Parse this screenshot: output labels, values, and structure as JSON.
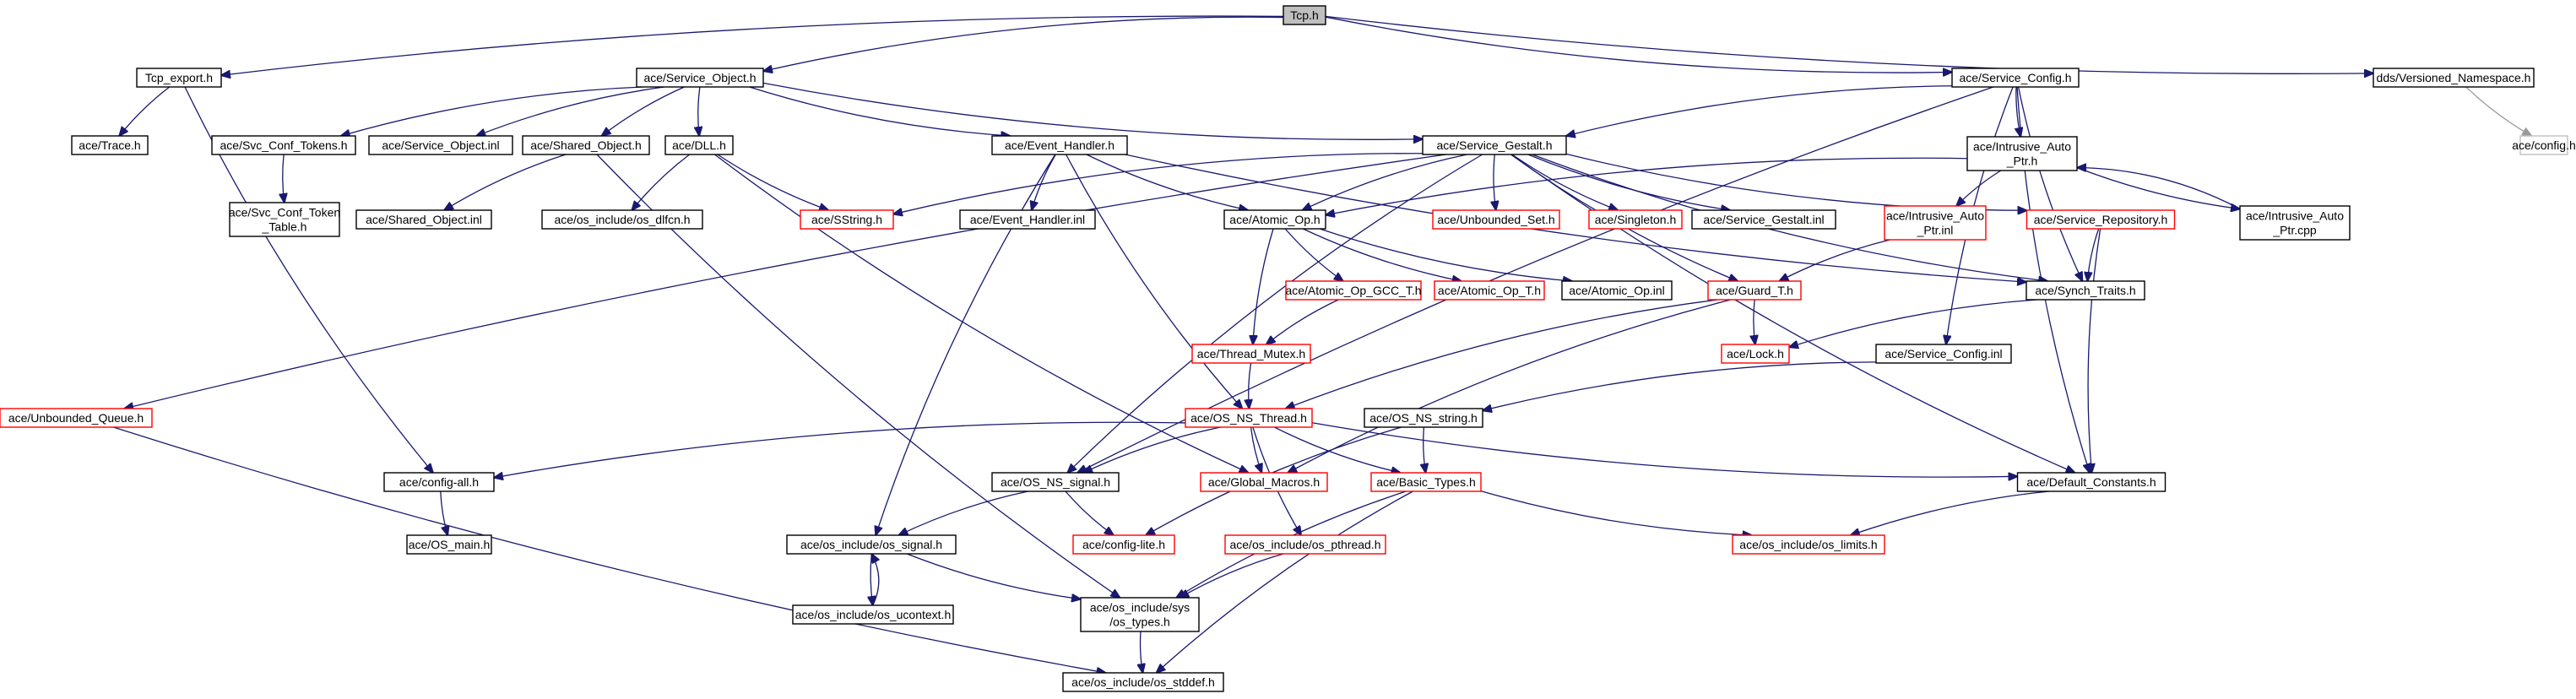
{
  "diagram": {
    "type": "include-dependency-graph",
    "colors": {
      "root_fill": "#bfbfbf",
      "node_border": "#000000",
      "node_fill": "#ffffff",
      "external_border": "#ff0000",
      "missing_border": "#bfbfbf",
      "edge": "#191970",
      "missing_edge": "#9a9a9a"
    },
    "nodes": [
      {
        "id": "tcp_h",
        "lines": [
          "Tcp.h"
        ],
        "style": "root"
      },
      {
        "id": "tcp_export_h",
        "lines": [
          "Tcp_export.h"
        ],
        "style": "normal"
      },
      {
        "id": "service_object_h",
        "lines": [
          "ace/Service_Object.h"
        ],
        "style": "normal"
      },
      {
        "id": "service_config_h",
        "lines": [
          "ace/Service_Config.h"
        ],
        "style": "normal"
      },
      {
        "id": "versioned_namespace_h",
        "lines": [
          "dds/Versioned_Namespace.h"
        ],
        "style": "normal"
      },
      {
        "id": "trace_h",
        "lines": [
          "ace/Trace.h"
        ],
        "style": "normal"
      },
      {
        "id": "svc_conf_tokens_h",
        "lines": [
          "ace/Svc_Conf_Tokens.h"
        ],
        "style": "normal"
      },
      {
        "id": "service_object_inl",
        "lines": [
          "ace/Service_Object.inl"
        ],
        "style": "normal"
      },
      {
        "id": "shared_object_h",
        "lines": [
          "ace/Shared_Object.h"
        ],
        "style": "normal"
      },
      {
        "id": "dll_h",
        "lines": [
          "ace/DLL.h"
        ],
        "style": "normal"
      },
      {
        "id": "event_handler_h",
        "lines": [
          "ace/Event_Handler.h"
        ],
        "style": "normal"
      },
      {
        "id": "service_gestalt_h",
        "lines": [
          "ace/Service_Gestalt.h"
        ],
        "style": "normal"
      },
      {
        "id": "intrusive_auto_ptr_h",
        "lines": [
          "ace/Intrusive_Auto",
          "_Ptr.h"
        ],
        "style": "normal"
      },
      {
        "id": "config_h",
        "lines": [
          "ace/config.h"
        ],
        "style": "missing"
      },
      {
        "id": "svc_conf_token_table_h",
        "lines": [
          "ace/Svc_Conf_Token",
          "_Table.h"
        ],
        "style": "normal"
      },
      {
        "id": "shared_object_inl",
        "lines": [
          "ace/Shared_Object.inl"
        ],
        "style": "normal"
      },
      {
        "id": "os_dlfcn_h",
        "lines": [
          "ace/os_include/os_dlfcn.h"
        ],
        "style": "normal"
      },
      {
        "id": "sstring_h",
        "lines": [
          "ace/SString.h"
        ],
        "style": "external"
      },
      {
        "id": "event_handler_inl",
        "lines": [
          "ace/Event_Handler.inl"
        ],
        "style": "normal"
      },
      {
        "id": "atomic_op_h",
        "lines": [
          "ace/Atomic_Op.h"
        ],
        "style": "normal"
      },
      {
        "id": "unbounded_set_h",
        "lines": [
          "ace/Unbounded_Set.h"
        ],
        "style": "external"
      },
      {
        "id": "singleton_h",
        "lines": [
          "ace/Singleton.h"
        ],
        "style": "external"
      },
      {
        "id": "service_gestalt_inl",
        "lines": [
          "ace/Service_Gestalt.inl"
        ],
        "style": "normal"
      },
      {
        "id": "intrusive_auto_ptr_inl",
        "lines": [
          "ace/Intrusive_Auto",
          "_Ptr.inl"
        ],
        "style": "external"
      },
      {
        "id": "service_repository_h",
        "lines": [
          "ace/Service_Repository.h"
        ],
        "style": "external"
      },
      {
        "id": "intrusive_auto_ptr_cpp",
        "lines": [
          "ace/Intrusive_Auto",
          "_Ptr.cpp"
        ],
        "style": "normal"
      },
      {
        "id": "atomic_op_gcc_t_h",
        "lines": [
          "ace/Atomic_Op_GCC_T.h"
        ],
        "style": "external"
      },
      {
        "id": "atomic_op_t_h",
        "lines": [
          "ace/Atomic_Op_T.h"
        ],
        "style": "external"
      },
      {
        "id": "atomic_op_inl",
        "lines": [
          "ace/Atomic_Op.inl"
        ],
        "style": "normal"
      },
      {
        "id": "guard_t_h",
        "lines": [
          "ace/Guard_T.h"
        ],
        "style": "external"
      },
      {
        "id": "synch_traits_h",
        "lines": [
          "ace/Synch_Traits.h"
        ],
        "style": "normal"
      },
      {
        "id": "thread_mutex_h",
        "lines": [
          "ace/Thread_Mutex.h"
        ],
        "style": "external"
      },
      {
        "id": "lock_h",
        "lines": [
          "ace/Lock.h"
        ],
        "style": "external"
      },
      {
        "id": "service_config_inl",
        "lines": [
          "ace/Service_Config.inl"
        ],
        "style": "normal"
      },
      {
        "id": "unbounded_queue_h",
        "lines": [
          "ace/Unbounded_Queue.h"
        ],
        "style": "external"
      },
      {
        "id": "os_ns_thread_h",
        "lines": [
          "ace/OS_NS_Thread.h"
        ],
        "style": "external"
      },
      {
        "id": "os_ns_string_h",
        "lines": [
          "ace/OS_NS_string.h"
        ],
        "style": "normal"
      },
      {
        "id": "config_all_h",
        "lines": [
          "ace/config-all.h"
        ],
        "style": "normal"
      },
      {
        "id": "os_ns_signal_h",
        "lines": [
          "ace/OS_NS_signal.h"
        ],
        "style": "normal"
      },
      {
        "id": "global_macros_h",
        "lines": [
          "ace/Global_Macros.h"
        ],
        "style": "external"
      },
      {
        "id": "basic_types_h",
        "lines": [
          "ace/Basic_Types.h"
        ],
        "style": "external"
      },
      {
        "id": "default_constants_h",
        "lines": [
          "ace/Default_Constants.h"
        ],
        "style": "normal"
      },
      {
        "id": "os_main_h",
        "lines": [
          "ace/OS_main.h"
        ],
        "style": "normal"
      },
      {
        "id": "os_signal_h",
        "lines": [
          "ace/os_include/os_signal.h"
        ],
        "style": "normal"
      },
      {
        "id": "config_lite_h",
        "lines": [
          "ace/config-lite.h"
        ],
        "style": "external"
      },
      {
        "id": "os_pthread_h",
        "lines": [
          "ace/os_include/os_pthread.h"
        ],
        "style": "external"
      },
      {
        "id": "os_limits_h",
        "lines": [
          "ace/os_include/os_limits.h"
        ],
        "style": "external"
      },
      {
        "id": "os_ucontext_h",
        "lines": [
          "ace/os_include/os_ucontext.h"
        ],
        "style": "normal"
      },
      {
        "id": "os_types_h",
        "lines": [
          "ace/os_include/sys",
          "/os_types.h"
        ],
        "style": "normal"
      },
      {
        "id": "os_stddef_h",
        "lines": [
          "ace/os_include/os_stddef.h"
        ],
        "style": "normal"
      }
    ],
    "edges": [
      {
        "from": "tcp_h",
        "to": "tcp_export_h"
      },
      {
        "from": "tcp_h",
        "to": "service_object_h"
      },
      {
        "from": "tcp_h",
        "to": "service_config_h"
      },
      {
        "from": "tcp_h",
        "to": "versioned_namespace_h"
      },
      {
        "from": "tcp_export_h",
        "to": "trace_h"
      },
      {
        "from": "tcp_export_h",
        "to": "config_all_h"
      },
      {
        "from": "versioned_namespace_h",
        "to": "config_h",
        "style": "missing"
      },
      {
        "from": "service_object_h",
        "to": "svc_conf_tokens_h"
      },
      {
        "from": "service_object_h",
        "to": "service_object_inl"
      },
      {
        "from": "service_object_h",
        "to": "shared_object_h"
      },
      {
        "from": "service_object_h",
        "to": "dll_h"
      },
      {
        "from": "service_object_h",
        "to": "event_handler_h"
      },
      {
        "from": "service_object_h",
        "to": "service_gestalt_h"
      },
      {
        "from": "service_config_h",
        "to": "service_gestalt_h"
      },
      {
        "from": "service_config_h",
        "to": "intrusive_auto_ptr_h"
      },
      {
        "from": "service_config_h",
        "to": "os_ns_signal_h"
      },
      {
        "from": "service_config_h",
        "to": "synch_traits_h"
      },
      {
        "from": "service_config_h",
        "to": "default_constants_h"
      },
      {
        "from": "service_config_h",
        "to": "service_config_inl"
      },
      {
        "from": "svc_conf_tokens_h",
        "to": "svc_conf_token_table_h"
      },
      {
        "from": "shared_object_h",
        "to": "shared_object_inl"
      },
      {
        "from": "shared_object_h",
        "to": "os_types_h"
      },
      {
        "from": "dll_h",
        "to": "os_dlfcn_h"
      },
      {
        "from": "dll_h",
        "to": "sstring_h"
      },
      {
        "from": "dll_h",
        "to": "global_macros_h"
      },
      {
        "from": "event_handler_h",
        "to": "event_handler_inl"
      },
      {
        "from": "event_handler_h",
        "to": "atomic_op_h"
      },
      {
        "from": "event_handler_h",
        "to": "os_ns_thread_h"
      },
      {
        "from": "event_handler_h",
        "to": "os_signal_h"
      },
      {
        "from": "event_handler_h",
        "to": "synch_traits_h"
      },
      {
        "from": "service_gestalt_h",
        "to": "sstring_h"
      },
      {
        "from": "service_gestalt_h",
        "to": "atomic_op_h"
      },
      {
        "from": "service_gestalt_h",
        "to": "unbounded_set_h"
      },
      {
        "from": "service_gestalt_h",
        "to": "singleton_h"
      },
      {
        "from": "service_gestalt_h",
        "to": "service_gestalt_inl"
      },
      {
        "from": "service_gestalt_h",
        "to": "service_repository_h"
      },
      {
        "from": "service_gestalt_h",
        "to": "unbounded_queue_h"
      },
      {
        "from": "service_gestalt_h",
        "to": "os_ns_signal_h"
      },
      {
        "from": "service_gestalt_h",
        "to": "guard_t_h"
      },
      {
        "from": "service_gestalt_h",
        "to": "synch_traits_h"
      },
      {
        "from": "service_gestalt_h",
        "to": "default_constants_h"
      },
      {
        "from": "intrusive_auto_ptr_h",
        "to": "atomic_op_h"
      },
      {
        "from": "intrusive_auto_ptr_h",
        "to": "intrusive_auto_ptr_inl"
      },
      {
        "from": "intrusive_auto_ptr_h",
        "to": "intrusive_auto_ptr_cpp"
      },
      {
        "from": "intrusive_auto_ptr_cpp",
        "to": "intrusive_auto_ptr_h"
      },
      {
        "from": "intrusive_auto_ptr_inl",
        "to": "guard_t_h"
      },
      {
        "from": "service_repository_h",
        "to": "synch_traits_h"
      },
      {
        "from": "service_repository_h",
        "to": "default_constants_h"
      },
      {
        "from": "atomic_op_h",
        "to": "atomic_op_gcc_t_h"
      },
      {
        "from": "atomic_op_h",
        "to": "atomic_op_t_h"
      },
      {
        "from": "atomic_op_h",
        "to": "atomic_op_inl"
      },
      {
        "from": "atomic_op_h",
        "to": "thread_mutex_h"
      },
      {
        "from": "atomic_op_gcc_t_h",
        "to": "thread_mutex_h"
      },
      {
        "from": "thread_mutex_h",
        "to": "os_ns_thread_h"
      },
      {
        "from": "guard_t_h",
        "to": "lock_h"
      },
      {
        "from": "guard_t_h",
        "to": "os_ns_thread_h"
      },
      {
        "from": "guard_t_h",
        "to": "global_macros_h"
      },
      {
        "from": "synch_traits_h",
        "to": "lock_h"
      },
      {
        "from": "service_config_inl",
        "to": "os_ns_string_h"
      },
      {
        "from": "unbounded_queue_h",
        "to": "os_stddef_h"
      },
      {
        "from": "os_ns_thread_h",
        "to": "config_all_h"
      },
      {
        "from": "os_ns_thread_h",
        "to": "os_ns_signal_h"
      },
      {
        "from": "os_ns_thread_h",
        "to": "global_macros_h"
      },
      {
        "from": "os_ns_thread_h",
        "to": "basic_types_h"
      },
      {
        "from": "os_ns_thread_h",
        "to": "default_constants_h"
      },
      {
        "from": "os_ns_thread_h",
        "to": "os_pthread_h"
      },
      {
        "from": "os_ns_string_h",
        "to": "basic_types_h"
      },
      {
        "from": "os_ns_string_h",
        "to": "config_lite_h"
      },
      {
        "from": "config_all_h",
        "to": "os_main_h"
      },
      {
        "from": "os_ns_signal_h",
        "to": "os_signal_h"
      },
      {
        "from": "os_ns_signal_h",
        "to": "config_lite_h"
      },
      {
        "from": "basic_types_h",
        "to": "os_limits_h"
      },
      {
        "from": "basic_types_h",
        "to": "os_types_h"
      },
      {
        "from": "basic_types_h",
        "to": "os_stddef_h"
      },
      {
        "from": "default_constants_h",
        "to": "os_limits_h"
      },
      {
        "from": "os_signal_h",
        "to": "os_ucontext_h"
      },
      {
        "from": "os_signal_h",
        "to": "os_types_h"
      },
      {
        "from": "os_ucontext_h",
        "to": "os_signal_h"
      },
      {
        "from": "os_pthread_h",
        "to": "os_types_h"
      },
      {
        "from": "os_types_h",
        "to": "os_stddef_h"
      }
    ]
  }
}
